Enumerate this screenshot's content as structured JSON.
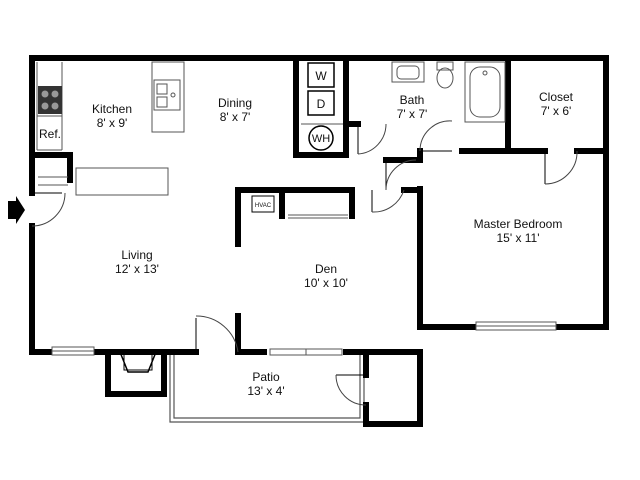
{
  "rooms": {
    "kitchen": {
      "name": "Kitchen",
      "size": "8' x 9'"
    },
    "dining": {
      "name": "Dining",
      "size": "8' x 7'"
    },
    "bath": {
      "name": "Bath",
      "size": "7' x 7'"
    },
    "closet": {
      "name": "Closet",
      "size": "7' x 6'"
    },
    "living": {
      "name": "Living",
      "size": "12' x 13'"
    },
    "den": {
      "name": "Den",
      "size": "10' x 10'"
    },
    "master_bedroom": {
      "name": "Master Bedroom",
      "size": "15' x 11'"
    },
    "patio": {
      "name": "Patio",
      "size": "13' x 4'"
    }
  },
  "fixtures": {
    "refrigerator": "Ref.",
    "washer": "W",
    "dryer": "D",
    "water_heater": "WH",
    "hvac": "HVAC"
  },
  "colors": {
    "wall": "#000000",
    "fixture": "#555555",
    "background": "#ffffff"
  }
}
